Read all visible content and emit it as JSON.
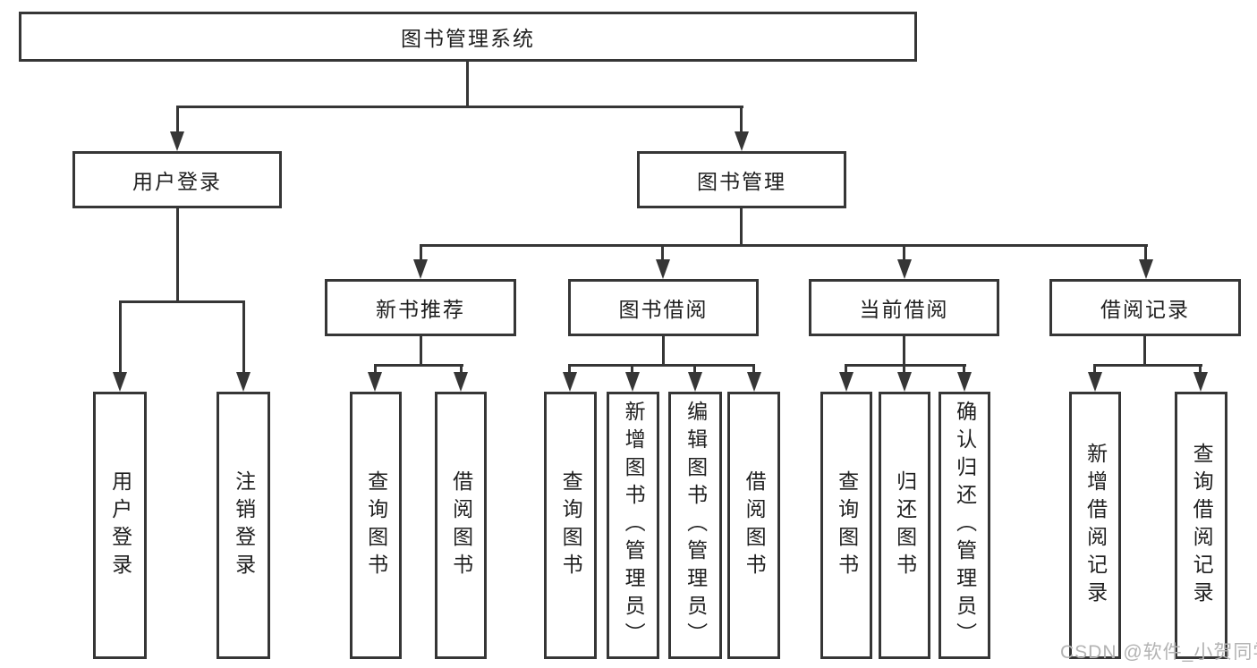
{
  "tree": {
    "root": {
      "label": "图书管理系统",
      "children": [
        {
          "label": "用户登录",
          "children": [
            {
              "label": "用户登录"
            },
            {
              "label": "注销登录"
            }
          ]
        },
        {
          "label": "图书管理",
          "children": [
            {
              "label": "新书推荐",
              "children": [
                {
                  "label": "查询图书"
                },
                {
                  "label": "借阅图书"
                }
              ]
            },
            {
              "label": "图书借阅",
              "children": [
                {
                  "label": "查询图书"
                },
                {
                  "label": "新增图书（管理员）"
                },
                {
                  "label": "编辑图书（管理员）"
                },
                {
                  "label": "借阅图书"
                }
              ]
            },
            {
              "label": "当前借阅",
              "children": [
                {
                  "label": "查询图书"
                },
                {
                  "label": "归还图书"
                },
                {
                  "label": "确认归还（管理员）"
                }
              ]
            },
            {
              "label": "借阅记录",
              "children": [
                {
                  "label": "新增借阅记录"
                },
                {
                  "label": "查询借阅记录"
                }
              ]
            }
          ]
        }
      ]
    }
  },
  "watermark": {
    "text": "CSDN @软件_小贺同学",
    "color": "#b3b3b3"
  },
  "colors": {
    "line": "#363636",
    "text": "#1f1f1f",
    "box_fill": "#ffffff",
    "background": "#ffffff"
  }
}
